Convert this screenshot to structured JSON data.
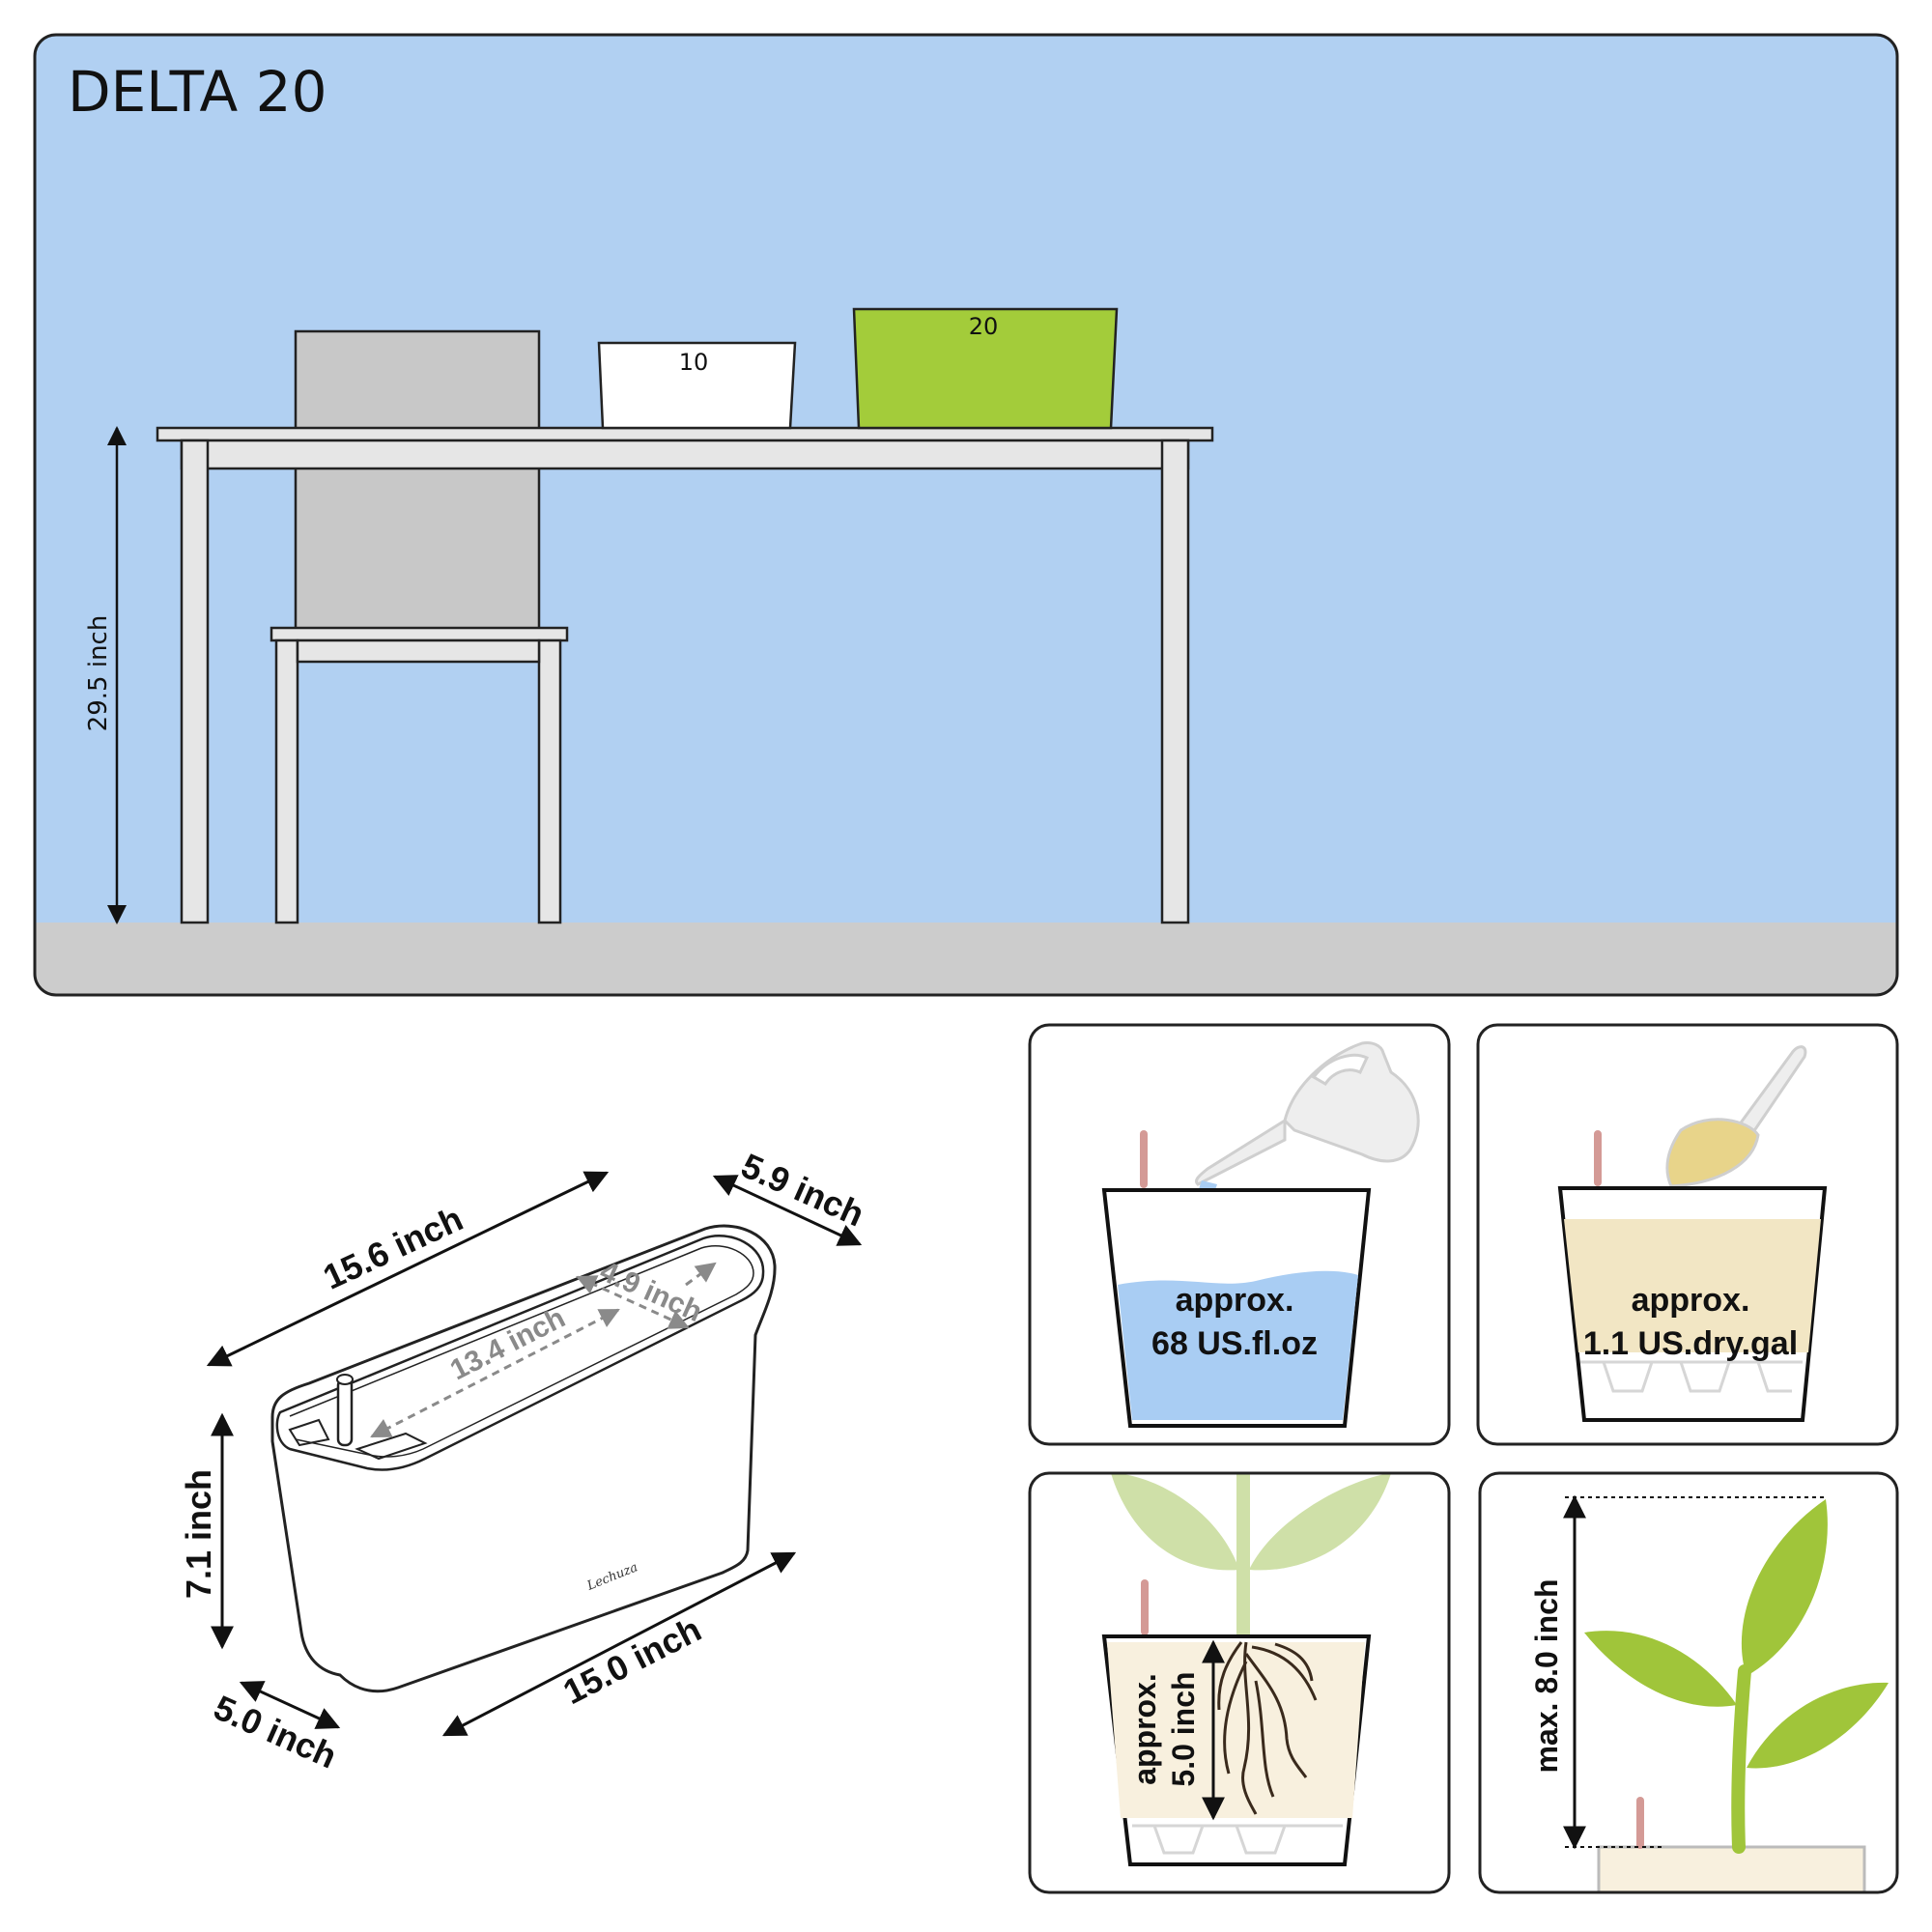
{
  "scene": {
    "title": "DELTA 20",
    "table_height_label": "29.5 inch",
    "planter_small_label": "10",
    "planter_large_label": "20",
    "colors": {
      "wall": "#b1d0f2",
      "floor": "#cccccc",
      "furniture": "#e6e6e6",
      "chair_back": "#c8c8c8",
      "planter_green": "#a3cc3a",
      "water": "#a9cdf3",
      "soil": "#f2e6c4"
    }
  },
  "product": {
    "length_top": "15.6 inch",
    "depth_top": "5.9 inch",
    "inner_length": "13.4 inch",
    "inner_depth": "4.9 inch",
    "height": "7.1 inch",
    "depth_bottom": "5.0 inch",
    "length_bottom": "15.0 inch"
  },
  "panels": {
    "water": {
      "line1": "approx.",
      "line2": "68 US.fl.oz"
    },
    "soil": {
      "line1": "approx.",
      "line2": "1.1 US.dry.gal"
    },
    "roots": {
      "line1": "approx.",
      "line2": "5.0 inch"
    },
    "plant": {
      "label": "max. 8.0 inch"
    }
  }
}
